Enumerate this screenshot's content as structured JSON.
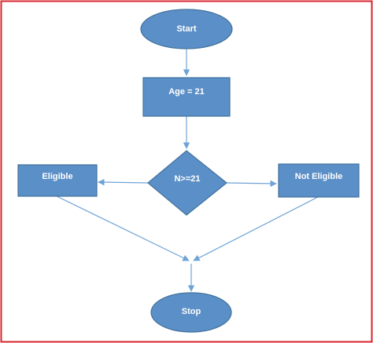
{
  "flowchart": {
    "start_label": "Start",
    "process_label": "Age = 21",
    "decision_label": "N>=21",
    "left_outcome_label": "Eligible",
    "right_outcome_label": "Not Eligible",
    "end_label": "Stop"
  },
  "colors": {
    "shape_fill": "#5b8fc7",
    "shape_stroke": "#41719c",
    "connector": "#6ea3d6",
    "border": "#d9262f",
    "text": "#ffffff"
  }
}
